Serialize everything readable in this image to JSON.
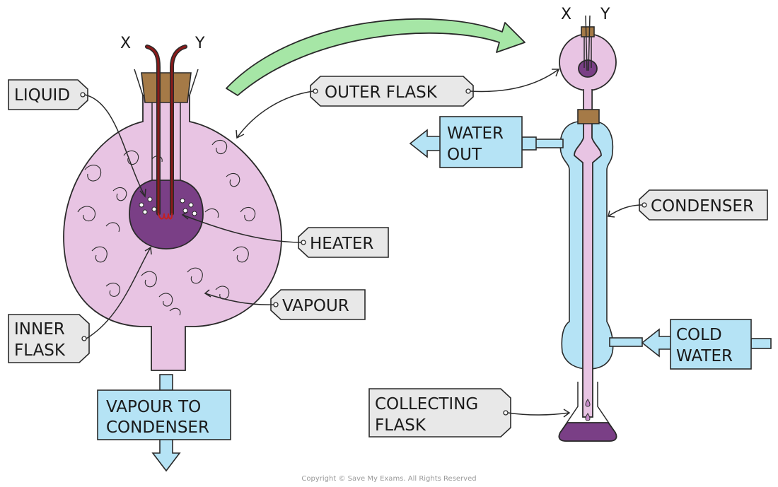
{
  "labels": {
    "liquid": "LIQUID",
    "outer_flask": "OUTER FLASK",
    "heater": "HEATER",
    "vapour": "VAPOUR",
    "inner_flask_1": "INNER",
    "inner_flask_2": "FLASK",
    "vapour_to_condenser_1": "VAPOUR TO",
    "vapour_to_condenser_2": "CONDENSER",
    "water_out_1": "WATER",
    "water_out_2": "OUT",
    "condenser": "CONDENSER",
    "cold_water_1": "COLD",
    "cold_water_2": "WATER",
    "collecting_flask_1": "COLLECTING",
    "collecting_flask_2": "FLASK"
  },
  "wires": {
    "x": "X",
    "y": "Y"
  },
  "copyright": "Copyright © Save My Exams. All Rights Reserved",
  "colors": {
    "flask_pink": "#e8c4e3",
    "liquid_purple": "#7a3f86",
    "water_blue": "#b5e3f5",
    "cork_brown": "#a57a47",
    "tag_grey": "#e8e8e8",
    "arrow_green": "#a6e6a6",
    "wire_red": "#8a1a1a"
  }
}
